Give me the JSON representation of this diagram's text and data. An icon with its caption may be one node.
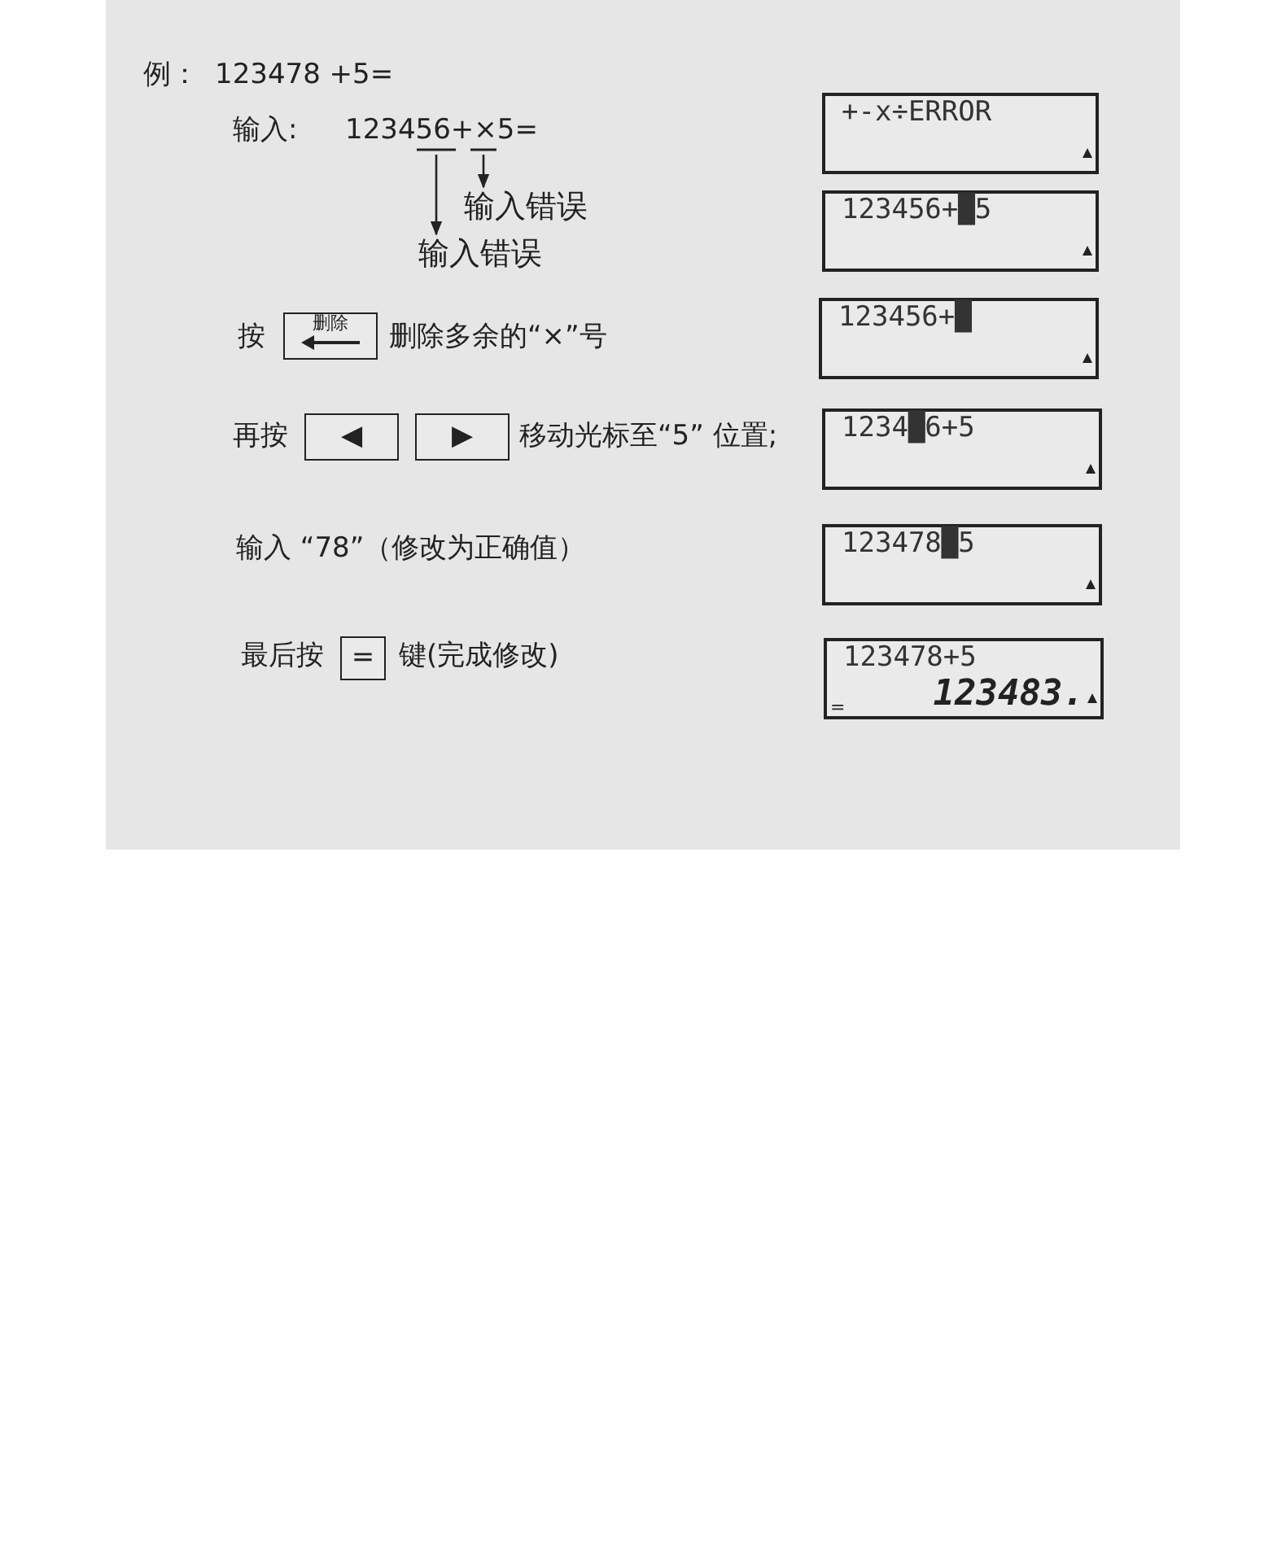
{
  "diagram": {
    "nodes": [
      {
        "text": [
          "+-x÷ERROR"
        ]
      },
      {
        "text": [
          "输入错误"
        ]
      },
      {
        "text": [
          "123456+█5"
        ]
      },
      {
        "text": [
          "输入错误"
        ]
      },
      {
        "text": [
          "删除"
        ]
      },
      {
        "text": [
          "123456+█"
        ]
      },
      {
        "text": [
          "◀"
        ]
      },
      {
        "text": [
          "▶"
        ]
      },
      {
        "text": [
          "1234█6+5"
        ]
      },
      {
        "text": [
          "123478█5"
        ]
      },
      {
        "text": [
          "="
        ]
      },
      {
        "text": [
          "123478+5",
          "123483.",
          "="
        ]
      }
    ],
    "edges": [
      {
        "from": null,
        "to": 1,
        "arrow": "to"
      },
      {
        "from": null,
        "to": 3,
        "arrow": "to"
      }
    ],
    "labels": [
      "例：",
      "123478 +5=",
      "输入:",
      "123456+×5=",
      "按",
      "删除多余的“×”号",
      "再按",
      "移动光标至“5” 位置;",
      "输入 “78”（修改为正确值）",
      "最后按",
      "键(完成修改)"
    ]
  }
}
